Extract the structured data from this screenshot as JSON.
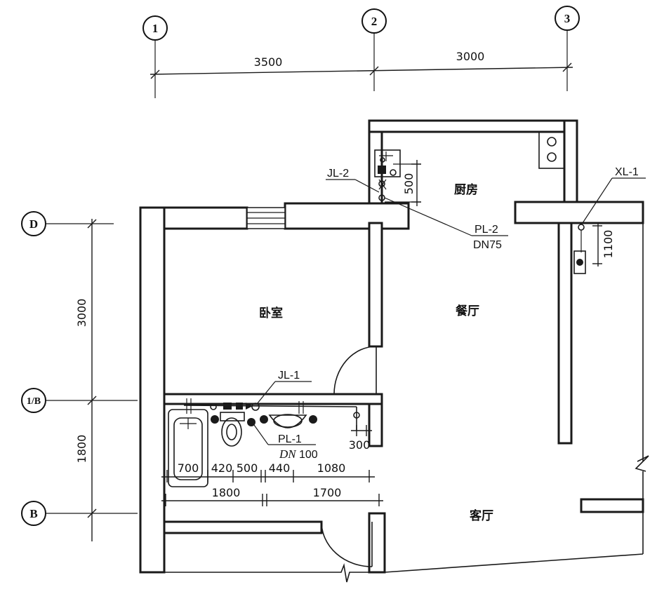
{
  "axes": {
    "columns": [
      "1",
      "2",
      "3"
    ],
    "rows": [
      "D",
      "1/B",
      "B"
    ]
  },
  "dimensions": {
    "top": [
      "3500",
      "3000"
    ],
    "left": [
      "3000",
      "1800"
    ],
    "bath_row1": [
      "700",
      "420",
      "500",
      "440",
      "1080"
    ],
    "bath_row2": [
      "1800",
      "1700"
    ],
    "kitchen_riser": "500",
    "riser_xl1": "1100",
    "riser_pl1": "300"
  },
  "rooms": {
    "kitchen": "厨房",
    "bedroom": "卧室",
    "dining": "餐厅",
    "living": "客厅"
  },
  "pipes": {
    "jl2": "JL-2",
    "pl2": "PL-2",
    "pl2_dn": "DN75",
    "xl1": "XL-1",
    "jl1": "JL-1",
    "pl1": "PL-1",
    "pl1_dn": "DN",
    "pl1_size": "100"
  }
}
